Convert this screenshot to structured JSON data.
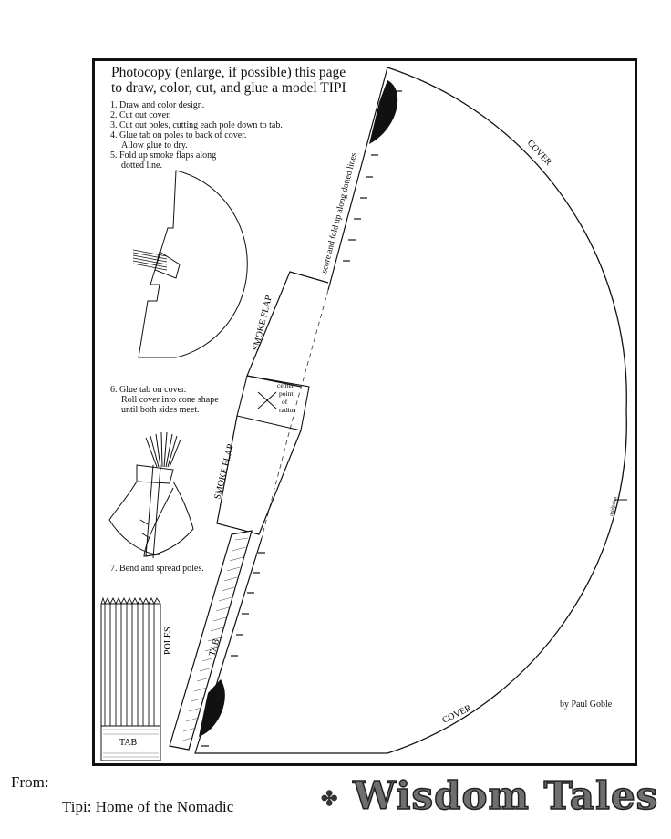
{
  "instructions": {
    "title_line1": "Photocopy (enlarge, if possible) this page",
    "title_line2": "to draw, color, cut, and glue a model TIPI",
    "steps": [
      "1. Draw and color design.",
      "2. Cut out cover.",
      "3. Cut out poles, cutting each pole down to tab.",
      "4. Glue tab on poles to back of cover.",
      "Allow glue to dry.",
      "5. Fold up smoke flaps along",
      "dotted line."
    ],
    "steps_b": [
      "6. Glue tab on cover.",
      "Roll cover into cone shape",
      "until both sides meet."
    ],
    "step7": "7. Bend and spread poles."
  },
  "pattern": {
    "cover_top": "COVER",
    "cover_bottom": "COVER",
    "score_note": "score and fold up along dotted lines",
    "smoke_flap_top": "SMOKE FLAP",
    "smoke_flap_bottom": "SMOKE FLAP",
    "center_point": [
      "center",
      "point",
      "of",
      "radius"
    ],
    "midpoint": "midpoint",
    "tab": "TAB",
    "poles": "POLES",
    "poles_tab": "TAB",
    "author": "by Paul Goble"
  },
  "footer": {
    "from": "From:",
    "book_title": "Tipi: Home of the Nomadic",
    "brand": "Wisdom Tales",
    "ornament": "✤"
  }
}
